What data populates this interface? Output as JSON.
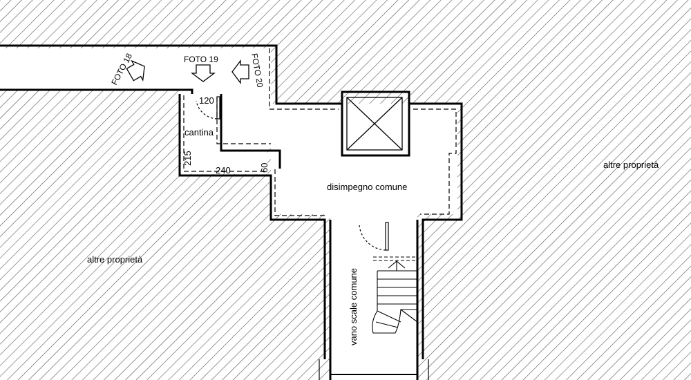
{
  "labels": {
    "foto18": "FOTO 18",
    "foto19": "FOTO 19",
    "foto20": "FOTO 20",
    "cantina": "cantina",
    "dim120": "120",
    "dim215": "215",
    "dim240": "240",
    "dim60": "60",
    "disimpegno": "disimpegno comune",
    "altre_left": "altre proprietà",
    "altre_right": "altre proprietà",
    "vano_scale": "vano scale comune"
  }
}
